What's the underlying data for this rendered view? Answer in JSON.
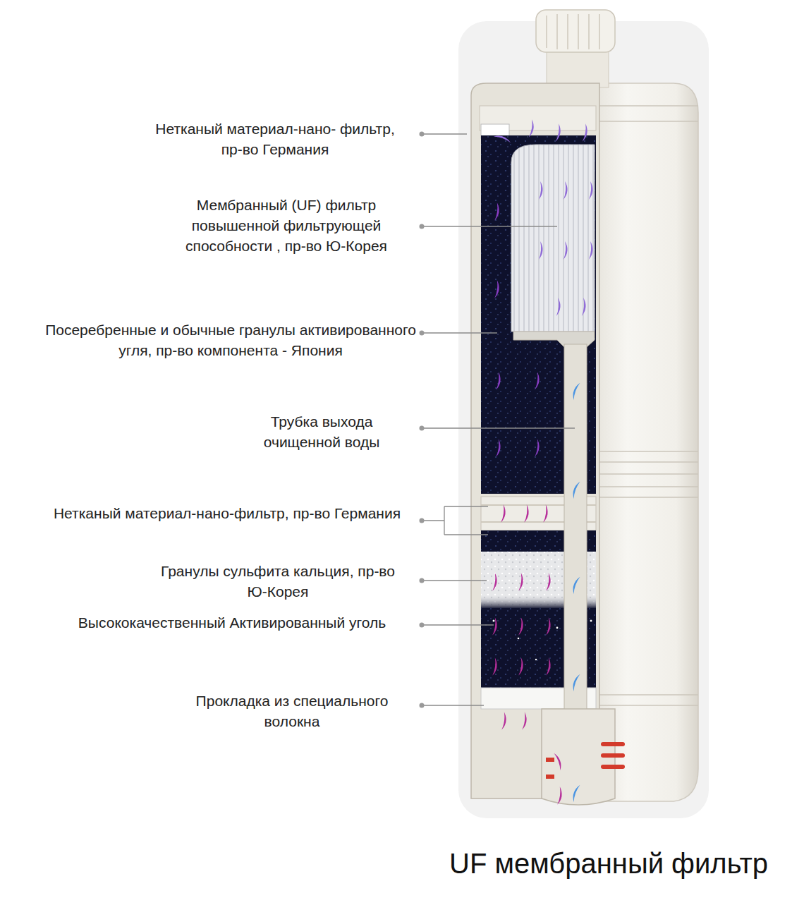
{
  "diagram": {
    "caption": "UF мембранный фильтр",
    "labels": [
      "Нетканый материал-нано- фильтр, пр-во Германия",
      "Мембранный (UF) фильтр повышенной фильтрующей способности , пр-во Ю-Корея",
      "Посеребренные и обычные гранулы активированного угля, пр-во компонента - Япония",
      "Трубка выхода очищенной воды",
      "Нетканый материал-нано-фильтр, пр-во Германия",
      "Гранулы сульфита кальция, пр-во Ю-Корея",
      "Высококачественный Активированный уголь",
      "Прокладка из специального волокна"
    ]
  }
}
